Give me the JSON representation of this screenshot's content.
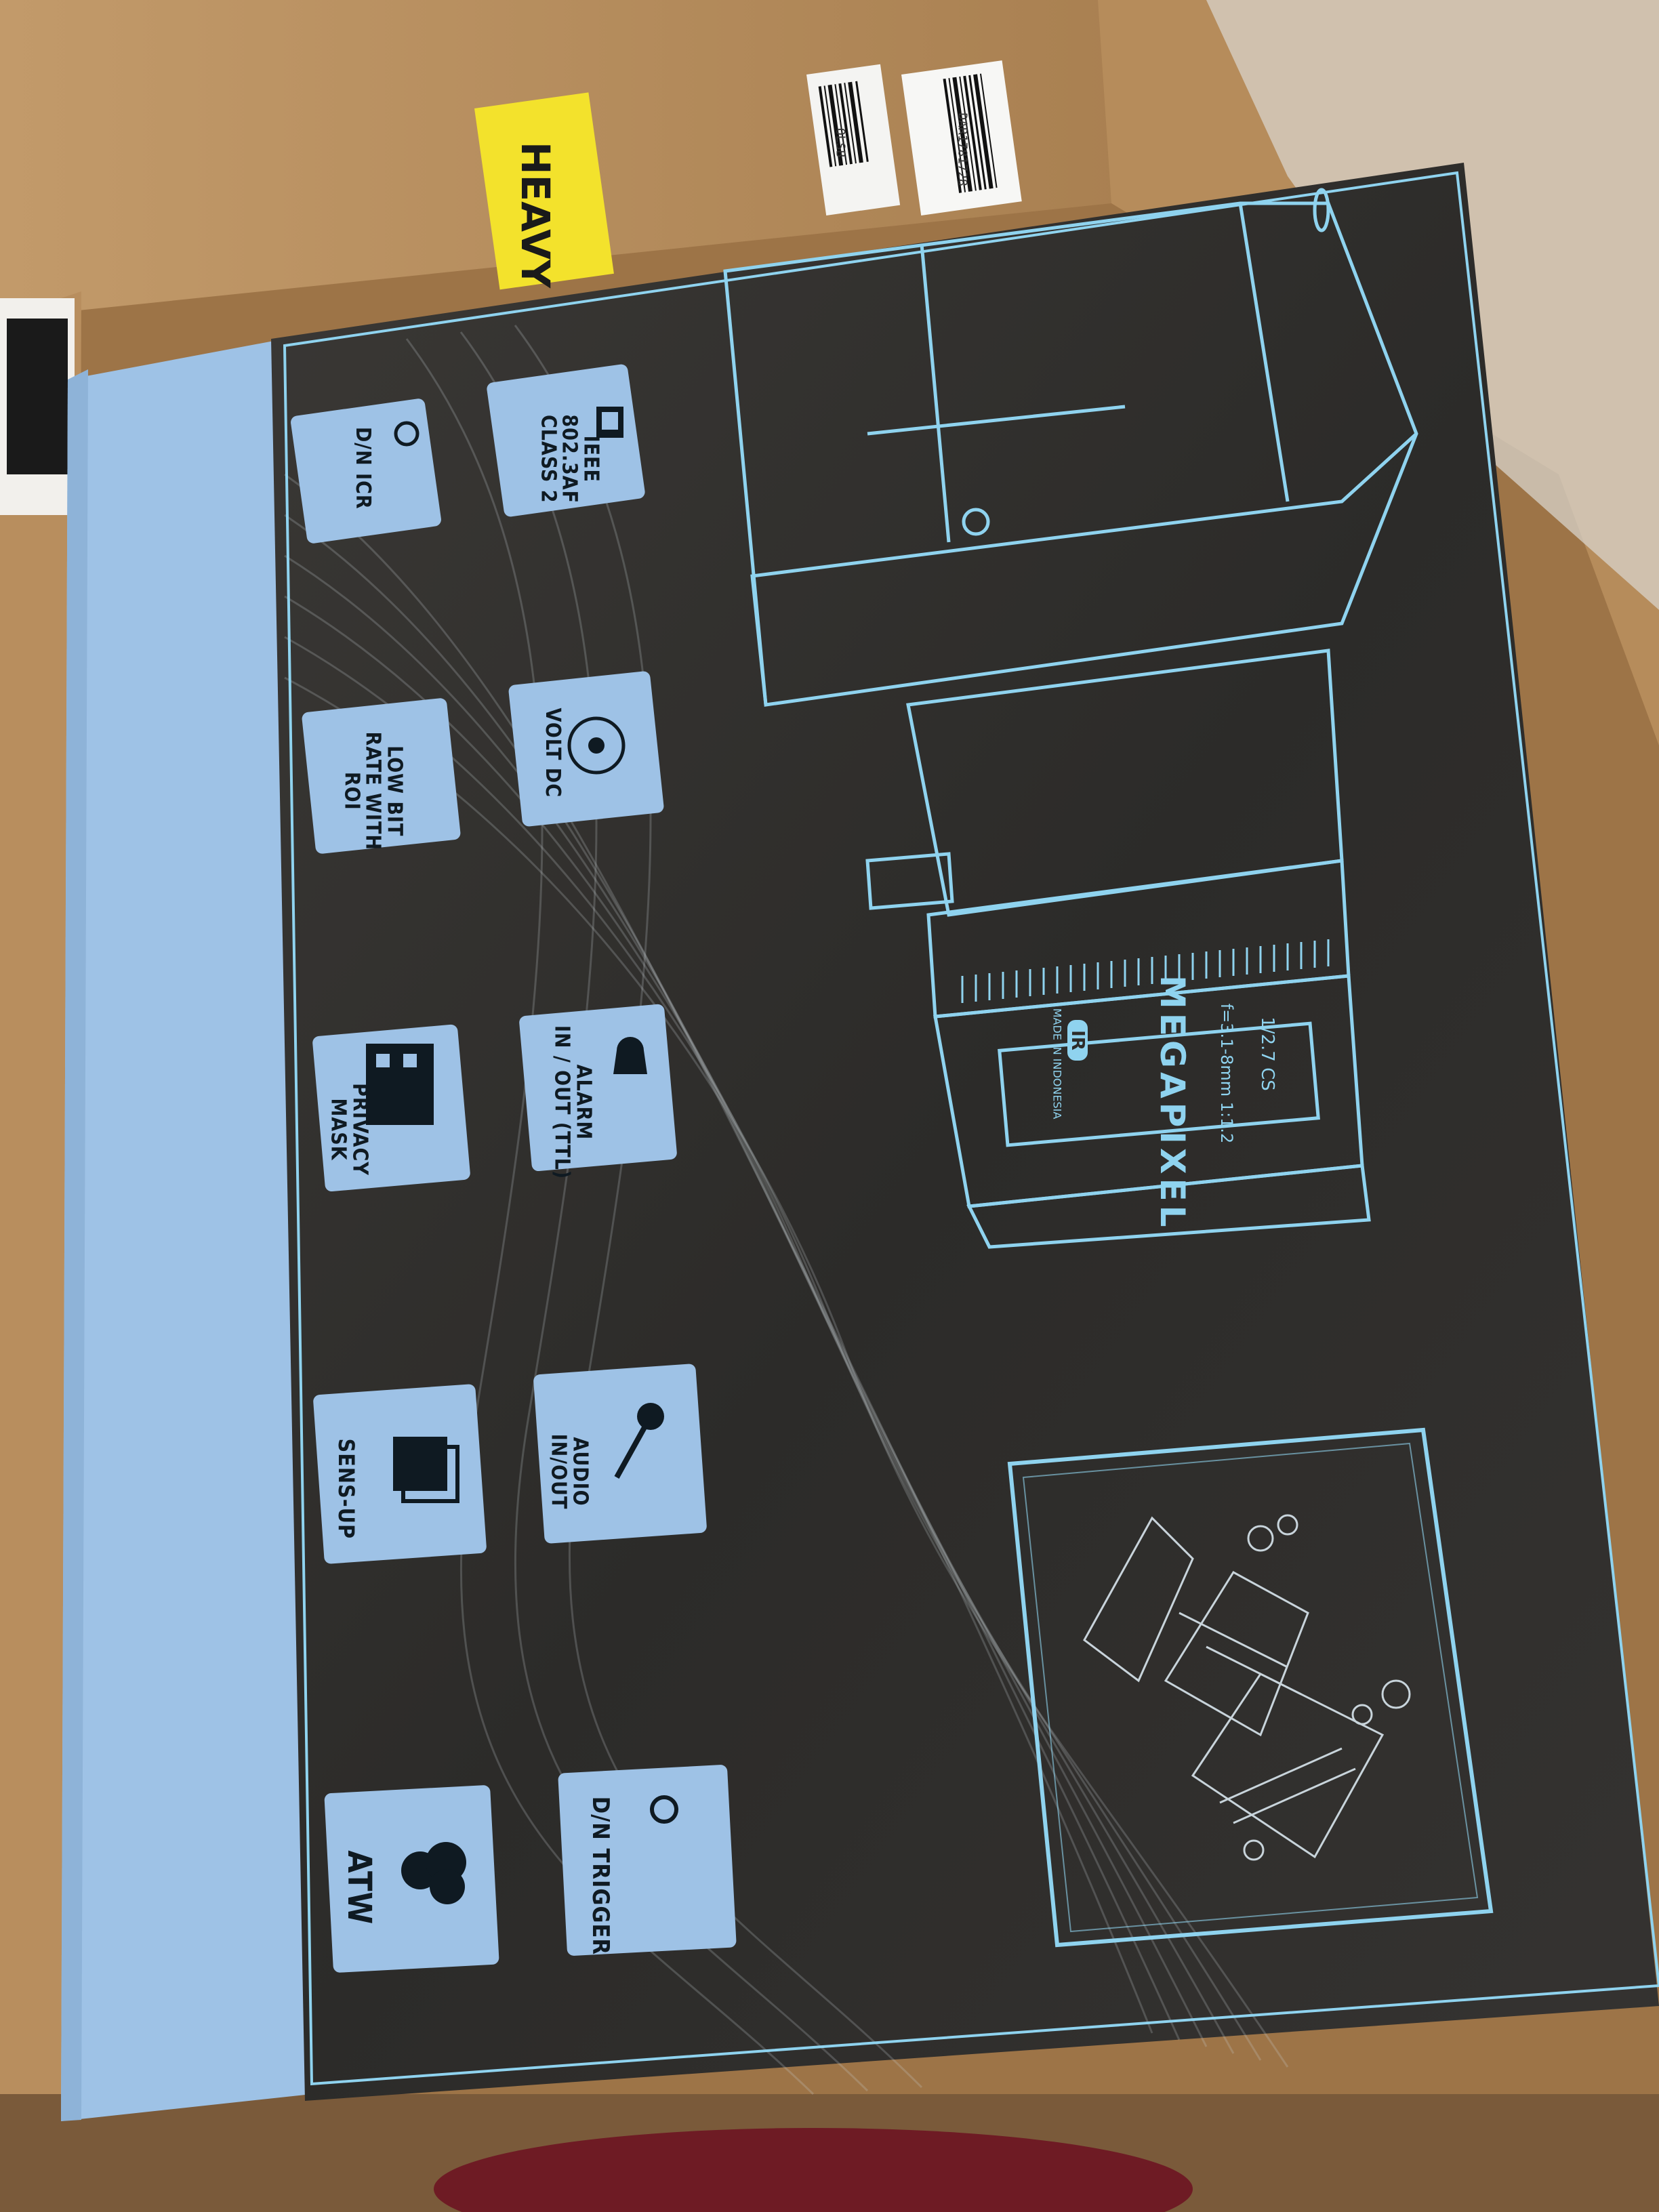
{
  "background": {
    "heavy_label": "HEAVY",
    "barcode_1_text": "DAR1781728",
    "barcode_2_text": "OLSB"
  },
  "box": {
    "brand": "MEGAPIXEL",
    "badge": "IR",
    "lens_specs_line1": "1/2.7 CS",
    "lens_specs_line2": "f=3.1-8mm  1:1.2",
    "origin": "MADE IN INDONESIA"
  },
  "features": [
    {
      "icon": "ethernet-icon",
      "label": "IEEE 802.3AF\nCLASS 2"
    },
    {
      "icon": "day-night-icon",
      "label": "D/N ICR"
    },
    {
      "icon": "dc-power-icon",
      "label": "VOLT DC"
    },
    {
      "icon": "roi-icon",
      "label": "LOW BIT\nRATE WITH\nROI"
    },
    {
      "icon": "alarm-bell-icon",
      "label": "ALARM\nIN / OUT (TTL)"
    },
    {
      "icon": "privacy-mask-icon",
      "label": "PRIVACY MASK"
    },
    {
      "icon": "microphone-speaker-icon",
      "label": "AUDIO IN/OUT"
    },
    {
      "icon": "sens-up-icon",
      "label": "SENS-UP"
    },
    {
      "icon": "day-night-trigger-icon",
      "label": "D/N TRIGGER"
    },
    {
      "icon": "cloud-icon",
      "label": "ATW"
    }
  ],
  "colors": {
    "box_dark": "#2f2d2b",
    "accent_blue": "#9ec2e6",
    "line_art": "#8fd3ef",
    "cardboard": "#a77a4c"
  }
}
